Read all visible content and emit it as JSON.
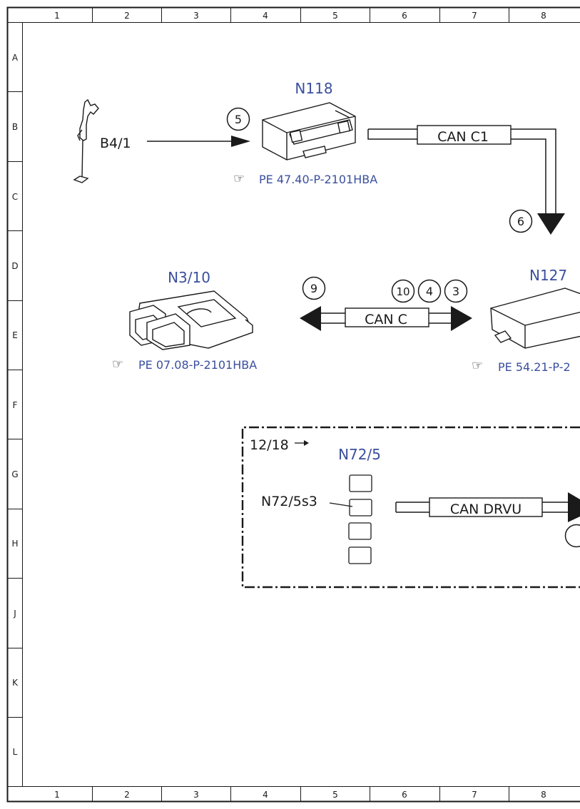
{
  "frame": {
    "columns": [
      "1",
      "2",
      "3",
      "4",
      "5",
      "6",
      "7",
      "8"
    ],
    "rows": [
      "A",
      "B",
      "C",
      "D",
      "E",
      "F",
      "G",
      "H",
      "J",
      "K",
      "L"
    ]
  },
  "components": {
    "b41": {
      "label": "B4/1"
    },
    "n118": {
      "title": "N118",
      "ref": "PE 47.40-P-2101HBA"
    },
    "n310": {
      "title": "N3/10",
      "ref": "PE 07.08-P-2101HBA"
    },
    "n127": {
      "title": "N127",
      "ref": "PE 54.21-P-2"
    },
    "n725": {
      "title": "N72/5",
      "sub_label": "N72/5s3",
      "zone_ref": "12/18"
    }
  },
  "buses": {
    "can_c1": "CAN C1",
    "can_c": "CAN C",
    "can_drvu": "CAN DRVU"
  },
  "steps": {
    "s5": "5",
    "s6": "6",
    "s9": "9",
    "s10": "10",
    "s4": "4",
    "s3": "3"
  },
  "colors": {
    "line": "#1a1a1a",
    "component_label": "#3a4f9e"
  },
  "icons": [
    "pointing-hand-icon"
  ]
}
